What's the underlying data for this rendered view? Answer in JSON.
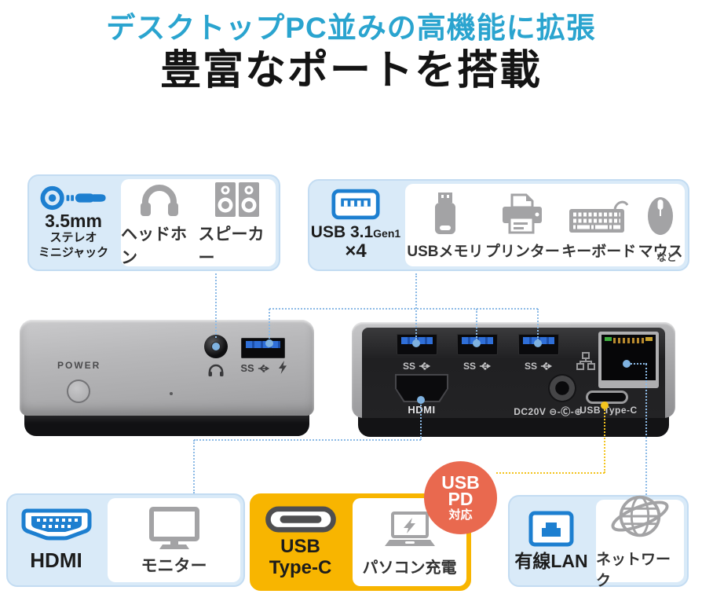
{
  "header": {
    "subtitle": "デスクトップPC並みの高機能に拡張",
    "title": "豊富なポートを搭載"
  },
  "callouts": {
    "audio": {
      "port_icon": "audio-jack-icon",
      "size_label": "3.5mm",
      "type_label_1": "ステレオ",
      "type_label_2": "ミニジャック",
      "devices": [
        {
          "icon": "headphones-icon",
          "label": "ヘッドホン"
        },
        {
          "icon": "speakers-icon",
          "label": "スピーカー"
        }
      ]
    },
    "usb": {
      "port_icon": "usb-a-port-icon",
      "name_label": "USB 3.1",
      "gen_label": "Gen1",
      "count_label": "×4",
      "devices": [
        {
          "icon": "usb-memory-icon",
          "label": "USBメモリ"
        },
        {
          "icon": "printer-icon",
          "label": "プリンター"
        },
        {
          "icon": "keyboard-icon",
          "label": "キーボード"
        },
        {
          "icon": "mouse-icon",
          "label": "マウス"
        }
      ],
      "suffix": "など"
    },
    "hdmi": {
      "port_icon": "hdmi-connector-icon",
      "name_label": "HDMI",
      "devices": [
        {
          "icon": "monitor-icon",
          "label": "モニター"
        }
      ]
    },
    "typec": {
      "port_icon": "usb-c-connector-icon",
      "name_label_1": "USB",
      "name_label_2": "Type-C",
      "devices": [
        {
          "icon": "laptop-charging-icon",
          "label": "パソコン充電"
        }
      ],
      "badge": {
        "line1": "USB",
        "line2": "PD",
        "line3": "対応"
      }
    },
    "lan": {
      "port_icon": "lan-port-icon",
      "name_label": "有線LAN",
      "devices": [
        {
          "icon": "globe-network-icon",
          "label": "ネットワーク"
        }
      ]
    }
  },
  "device_front": {
    "power_label": "POWER",
    "usb_speed_label": "SS"
  },
  "device_rear": {
    "usb_speed_label": "SS",
    "hdmi_label": "HDMI",
    "dc_label": "DC20V ⊖-Ⓒ-⊕",
    "typec_label": "USB Type-C"
  },
  "colors": {
    "subtitle_cyan": "#2AA4CF",
    "title_black": "#141414",
    "callout_bg_blue": "#D9EAF8",
    "callout_bg_yellow": "#F8B500",
    "badge_red": "#E9694F",
    "icon_blue": "#1D7FD0",
    "icon_gray": "#A3A3A5",
    "line_blue": "#8CBAE6",
    "line_yellow": "#F3C41E"
  }
}
